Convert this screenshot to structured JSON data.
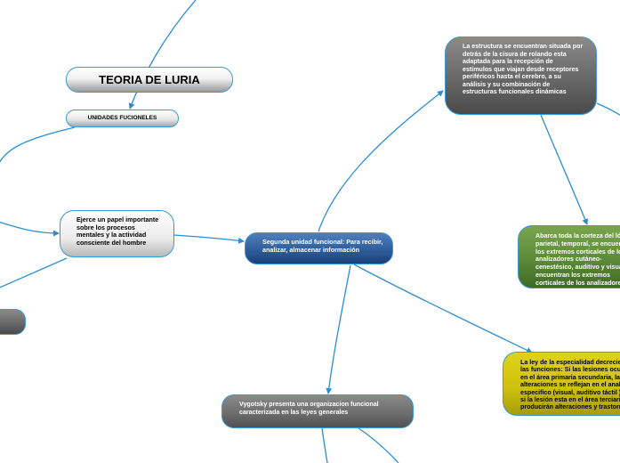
{
  "nodes": {
    "title": "TEORIA DE LURIA",
    "units": "UNIDADES FUCIONELES",
    "ejerce": "Ejerce un papel importante sobre los procesos mentales y la actividad consciente del hombre",
    "segunda": "Segunda unidad funcional: Para recibir, analizar, almacenar información",
    "estructura": "La estructura se encuentran situada por detrás de la cisura de rolando esta adaptada para la recepción de estímulos que viajan desde receptores periféricos hasta el cerebro, a su análisis y su combinación de estructuras funcionales dinámicas",
    "abarca": "Abarca toda la corteza del lóbulo parietal, temporal, se encuentran los extremos corticales de los analizadores cutáneo-cenestésico, auditivo y visual, encuentran los extremos corticales de los analizadores cutáneo-cinestésico, vestibular y visual.",
    "ley": "La ley de la especialidad decreciente de las funciones: Si las lesiones ocurren en el área primaria secundaria, las a alteraciones se reflejan en el analizador especifico (visual, auditivo táctil ) pero si la lesión esta en el área terciaria se producirán alteraciones y trastornos",
    "vygotsky": "Vygotsky presenta una organizacion funcional caracterizada en las leyes generales"
  },
  "colors": {
    "connector": "#2a8fd1",
    "node_border": "#3a9ad9",
    "blue_node": "#2e5d9c",
    "gray_node": "#6a6a6a",
    "green_node": "#5b8a38",
    "yellow_node": "#cfc20e"
  }
}
